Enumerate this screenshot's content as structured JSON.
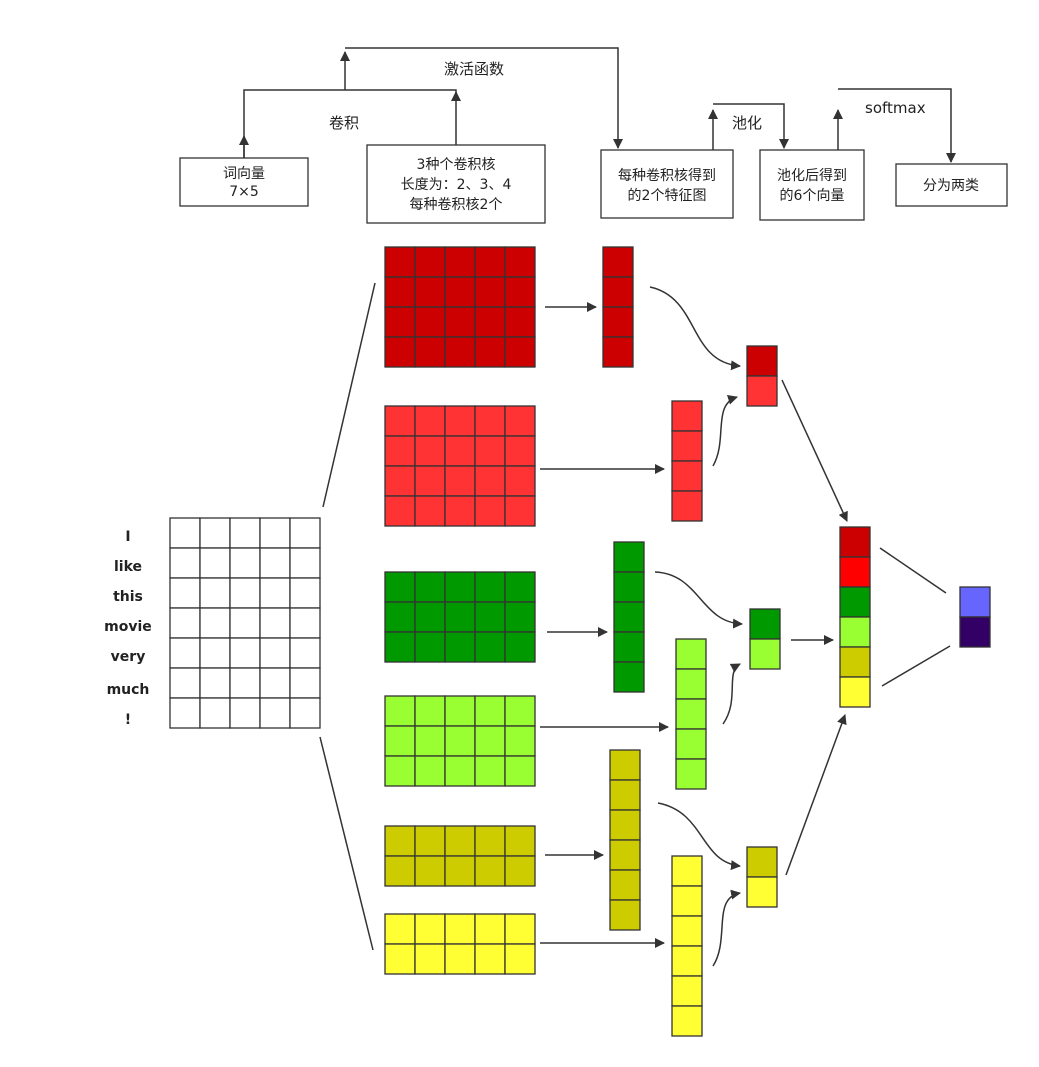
{
  "labels": {
    "activation": "激活函数",
    "convolution": "卷积",
    "pooling": "池化",
    "softmax": "softmax"
  },
  "boxes": {
    "word_vector": {
      "lines": [
        "词向量",
        "7×5"
      ]
    },
    "kernels": {
      "lines": [
        "3种个卷积核",
        "长度为：2、3、4",
        "每种卷积核2个"
      ]
    },
    "feature_maps": {
      "lines": [
        "每种卷积核得到",
        "的2个特征图"
      ]
    },
    "pooled": {
      "lines": [
        "池化后得到",
        "的6个向量"
      ]
    },
    "classes": {
      "lines": [
        "分为两类"
      ]
    }
  },
  "sentence": {
    "words": [
      "I",
      "like",
      "this",
      "movie",
      "very",
      "much",
      "!"
    ],
    "matrix_rows": 7,
    "matrix_cols": 5
  },
  "colors": {
    "red_dark": "#cc0000",
    "red_light": "#ff3333",
    "red_pure": "#ff0000",
    "green_dark": "#009900",
    "green_light": "#99ff33",
    "olive": "#cccc00",
    "yellow": "#ffff33",
    "output_top": "#6666ff",
    "output_bottom": "#330066",
    "stroke": "#333333"
  },
  "kernels": [
    {
      "name": "kernel-red-dark",
      "rows": 4,
      "cols": 5,
      "color": "#cc0000",
      "feature_len": 4
    },
    {
      "name": "kernel-red-light",
      "rows": 4,
      "cols": 5,
      "color": "#ff3333",
      "feature_len": 4
    },
    {
      "name": "kernel-green-dark",
      "rows": 3,
      "cols": 5,
      "color": "#009900",
      "feature_len": 5
    },
    {
      "name": "kernel-green-light",
      "rows": 3,
      "cols": 5,
      "color": "#99ff33",
      "feature_len": 5
    },
    {
      "name": "kernel-olive",
      "rows": 2,
      "cols": 5,
      "color": "#cccc00",
      "feature_len": 6
    },
    {
      "name": "kernel-yellow",
      "rows": 2,
      "cols": 5,
      "color": "#ffff33",
      "feature_len": 6
    }
  ],
  "pooled_pairs": [
    [
      "#cc0000",
      "#ff3333"
    ],
    [
      "#009900",
      "#99ff33"
    ],
    [
      "#cccc00",
      "#ffff33"
    ]
  ],
  "concat_vector": [
    "#cc0000",
    "#ff0000",
    "#009900",
    "#99ff33",
    "#cccc00",
    "#ffff33"
  ],
  "output_vector": [
    "#6666ff",
    "#330066"
  ]
}
